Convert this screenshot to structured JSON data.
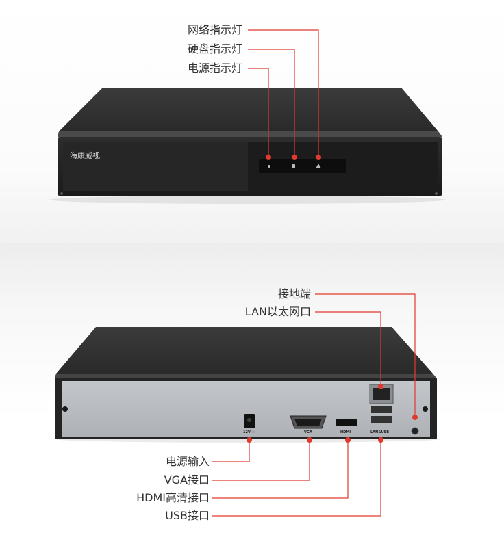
{
  "front_view": {
    "brand_logo": "海康威视",
    "callouts": {
      "network_led": "网络指示灯",
      "hdd_led": "硬盘指示灯",
      "power_led": "电源指示灯"
    }
  },
  "rear_view": {
    "callouts": {
      "ground": "接地端",
      "lan": "LAN以太网口",
      "power_input": "电源输入",
      "vga": "VGA接口",
      "hdmi": "HDMI高清接口",
      "usb": "USB接口"
    },
    "port_silkscreen": {
      "power": "12V ⎓",
      "vga": "VGA",
      "hdmi": "HDMI",
      "lan_usb": "LAN&USB"
    }
  },
  "colors": {
    "callout_line": "#e03a2f",
    "device_body": "#2b2b2b",
    "rear_plate": "#b9bcc0"
  }
}
